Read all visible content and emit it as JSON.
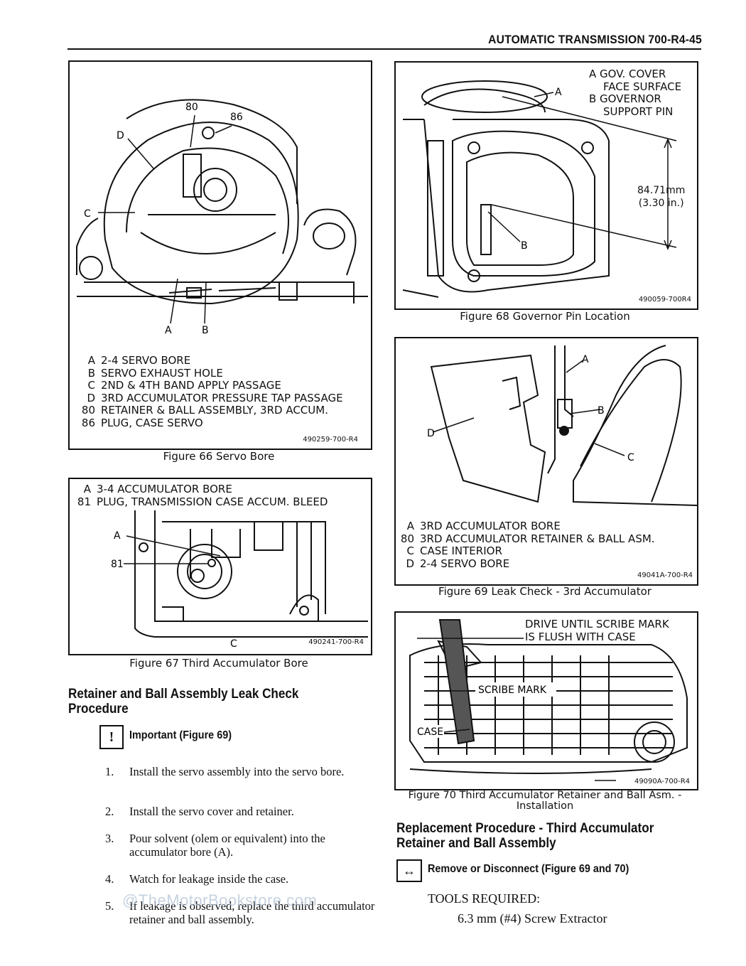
{
  "header": {
    "title": "AUTOMATIC TRANSMISSION  700-R4-45"
  },
  "fig66": {
    "callouts": {
      "c80": "80",
      "c86": "86",
      "cD": "D",
      "cC": "C",
      "cA": "A",
      "cB": "B"
    },
    "legend": [
      {
        "key": "A",
        "text": "2-4 SERVO BORE"
      },
      {
        "key": "B",
        "text": "SERVO EXHAUST HOLE"
      },
      {
        "key": "C",
        "text": "2ND & 4TH BAND APPLY PASSAGE"
      },
      {
        "key": "D",
        "text": "3RD ACCUMULATOR PRESSURE TAP PASSAGE"
      },
      {
        "key": "80",
        "text": "RETAINER & BALL ASSEMBLY, 3RD ACCUM."
      },
      {
        "key": "86",
        "text": "PLUG, CASE SERVO"
      }
    ],
    "number": "490259-700-R4",
    "caption": "Figure 66 Servo Bore"
  },
  "fig67": {
    "legend": [
      {
        "key": "A",
        "text": "3-4 ACCUMULATOR BORE"
      },
      {
        "key": "81",
        "text": "PLUG, TRANSMISSION CASE ACCUM. BLEED"
      }
    ],
    "callouts": {
      "cA": "A",
      "c81": "81",
      "cC": "C"
    },
    "number": "490241-700-R4",
    "caption": "Figure 67 Third Accumulator Bore"
  },
  "fig68": {
    "legend_a1": "A  GOV. COVER",
    "legend_a2": "FACE SURFACE",
    "legend_b1": "B  GOVERNOR",
    "legend_b2": "SUPPORT PIN",
    "dim1": "84.71mm",
    "dim2": "(3.30 in.)",
    "callouts": {
      "cA": "A",
      "cB": "B"
    },
    "number": "490059-700R4",
    "caption": "Figure 68 Governor Pin Location"
  },
  "fig69": {
    "callouts": {
      "cA": "A",
      "cB": "B",
      "cC": "C",
      "cD": "D"
    },
    "legend": [
      {
        "key": "A",
        "text": "3RD ACCUMULATOR BORE"
      },
      {
        "key": "80",
        "text": "3RD ACCUMULATOR RETAINER & BALL ASM."
      },
      {
        "key": "C",
        "text": "CASE INTERIOR"
      },
      {
        "key": "D",
        "text": "2-4 SERVO BORE"
      }
    ],
    "number": "49041A-700-R4",
    "caption": "Figure 69 Leak Check - 3rd Accumulator"
  },
  "fig70": {
    "note1": "DRIVE UNTIL SCRIBE MARK",
    "note2": "IS FLUSH WITH CASE",
    "scribe": "SCRIBE MARK",
    "case": "CASE",
    "number": "49090A-700-R4",
    "caption1": "Figure 70 Third Accumulator Retainer and Ball Asm. -",
    "caption2": "Installation"
  },
  "left": {
    "heading1": "Retainer and Ball Assembly Leak Check",
    "heading2": "Procedure",
    "important_icon": "!",
    "important": "Important (Figure 69)",
    "steps": [
      {
        "n": "1.",
        "text": "Install the servo assembly into the servo bore."
      },
      {
        "n": "2.",
        "text": "Install the servo cover and retainer."
      },
      {
        "n": "3.",
        "text": "Pour solvent (olem or equivalent) into the accumulator bore (A)."
      },
      {
        "n": "4.",
        "text": "Watch for leakage inside the case."
      },
      {
        "n": "5.",
        "text": "If leakage is observed, replace the third accumulator retainer and ball assembly."
      }
    ]
  },
  "right": {
    "heading1": "Replacement Procedure - Third Accumulator",
    "heading2": "Retainer and Ball Assembly",
    "remove_icon": "↔",
    "remove": "Remove or Disconnect (Figure 69 and 70)",
    "tools_title": "TOOLS REQUIRED:",
    "tool1": "6.3 mm (#4) Screw Extractor"
  },
  "watermark": "@TheMotorBookstore.com"
}
